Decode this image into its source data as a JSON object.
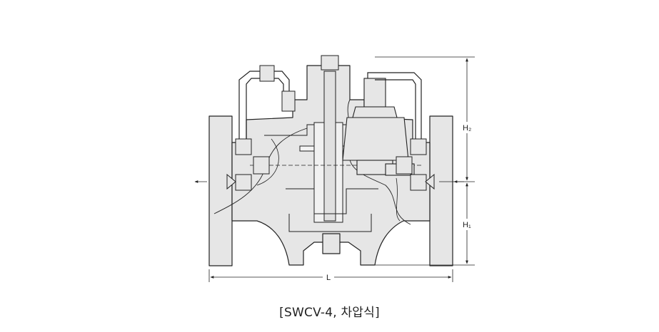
{
  "diagram": {
    "dimension_labels": {
      "height_upper": "H₂",
      "height_lower": "H₁",
      "length": "L"
    },
    "caption": "[SWCV-4, 차압식]",
    "colors": {
      "body_fill": "#e6e6e6",
      "stroke": "#222222",
      "background": "#ffffff"
    }
  }
}
